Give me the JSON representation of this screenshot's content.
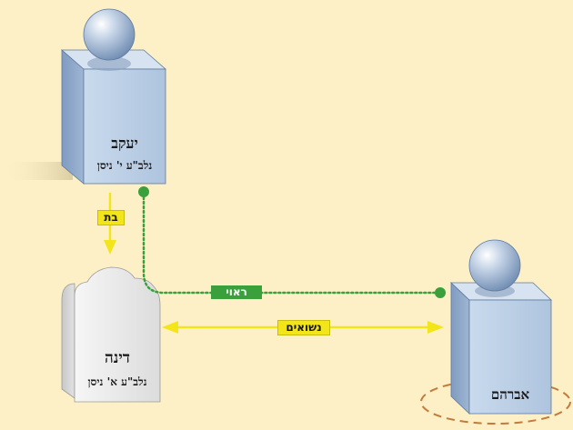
{
  "colors": {
    "background": "#fdf0c6",
    "green": "#3aa03c",
    "yellow": "#f2e51a",
    "orange_dash": "#c47a3a",
    "block_front": "#b9cde3",
    "block_side": "#8fa8c8",
    "tombstone": "#e8e8e8"
  },
  "nodes": {
    "yaakov": {
      "name": "יעקב",
      "subtitle": "נלב\"ע י' ניסן"
    },
    "dina": {
      "name": "דינה",
      "subtitle": "נלב\"ע א' ניסן"
    },
    "avraham": {
      "name": "אברהם"
    }
  },
  "edges": {
    "daughter": {
      "label": "בת",
      "color": "yellow"
    },
    "seen": {
      "label": "ראוי",
      "color": "green"
    },
    "marriage": {
      "label": "נשואים",
      "color": "yellow"
    }
  }
}
